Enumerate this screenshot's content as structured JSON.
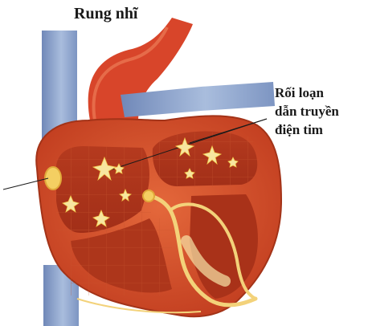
{
  "diagram": {
    "title": "Rung nhĩ",
    "callout": {
      "lines": [
        "Rối loạn",
        "dẫn truyền",
        "điện tim"
      ]
    }
  },
  "colors": {
    "heart_wall": "#d9542b",
    "chamber_dark": "#a8331c",
    "vessel_blue": "#8aa2c9",
    "aorta_red": "#d8452a",
    "conduction_yellow": "#f3d27a",
    "spark": "#f7e6a0"
  }
}
